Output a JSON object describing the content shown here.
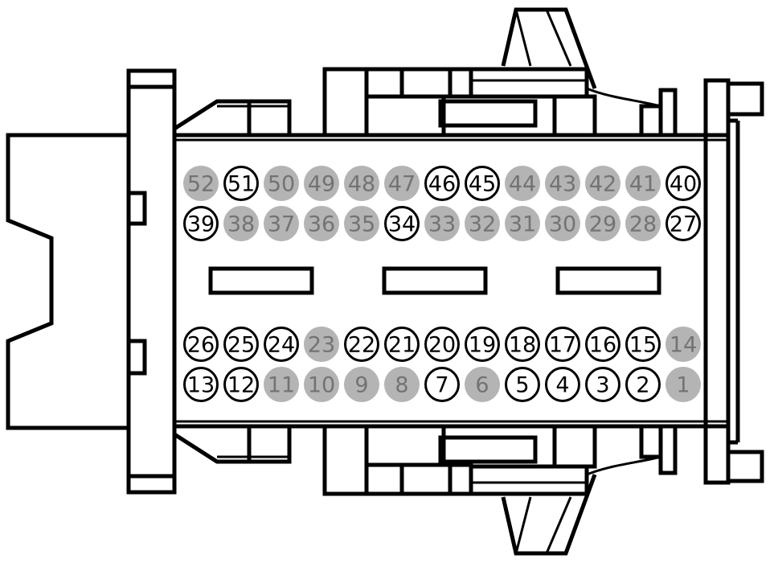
{
  "colors": {
    "populated_fill": "#ffffff",
    "populated_text": "#000000",
    "empty_fill": "#b4b4b4",
    "empty_text": "#737373",
    "stroke": "#000000"
  },
  "pins": {
    "row1": [
      {
        "label": "52",
        "populated": false
      },
      {
        "label": "51",
        "populated": true
      },
      {
        "label": "50",
        "populated": false
      },
      {
        "label": "49",
        "populated": false
      },
      {
        "label": "48",
        "populated": false
      },
      {
        "label": "47",
        "populated": false
      },
      {
        "label": "46",
        "populated": true
      },
      {
        "label": "45",
        "populated": true
      },
      {
        "label": "44",
        "populated": false
      },
      {
        "label": "43",
        "populated": false
      },
      {
        "label": "42",
        "populated": false
      },
      {
        "label": "41",
        "populated": false
      },
      {
        "label": "40",
        "populated": true
      }
    ],
    "row2": [
      {
        "label": "39",
        "populated": true
      },
      {
        "label": "38",
        "populated": false
      },
      {
        "label": "37",
        "populated": false
      },
      {
        "label": "36",
        "populated": false
      },
      {
        "label": "35",
        "populated": false
      },
      {
        "label": "34",
        "populated": true
      },
      {
        "label": "33",
        "populated": false
      },
      {
        "label": "32",
        "populated": false
      },
      {
        "label": "31",
        "populated": false
      },
      {
        "label": "30",
        "populated": false
      },
      {
        "label": "29",
        "populated": false
      },
      {
        "label": "28",
        "populated": false
      },
      {
        "label": "27",
        "populated": true
      }
    ],
    "row3": [
      {
        "label": "26",
        "populated": true
      },
      {
        "label": "25",
        "populated": true
      },
      {
        "label": "24",
        "populated": true
      },
      {
        "label": "23",
        "populated": false
      },
      {
        "label": "22",
        "populated": true
      },
      {
        "label": "21",
        "populated": true
      },
      {
        "label": "20",
        "populated": true
      },
      {
        "label": "19",
        "populated": true
      },
      {
        "label": "18",
        "populated": true
      },
      {
        "label": "17",
        "populated": true
      },
      {
        "label": "16",
        "populated": true
      },
      {
        "label": "15",
        "populated": true
      },
      {
        "label": "14",
        "populated": false
      }
    ],
    "row4": [
      {
        "label": "13",
        "populated": true
      },
      {
        "label": "12",
        "populated": true
      },
      {
        "label": "11",
        "populated": false
      },
      {
        "label": "10",
        "populated": false
      },
      {
        "label": "9",
        "populated": false
      },
      {
        "label": "8",
        "populated": false
      },
      {
        "label": "7",
        "populated": true
      },
      {
        "label": "6",
        "populated": false
      },
      {
        "label": "5",
        "populated": true
      },
      {
        "label": "4",
        "populated": true
      },
      {
        "label": "3",
        "populated": true
      },
      {
        "label": "2",
        "populated": true
      },
      {
        "label": "1",
        "populated": false
      }
    ]
  }
}
